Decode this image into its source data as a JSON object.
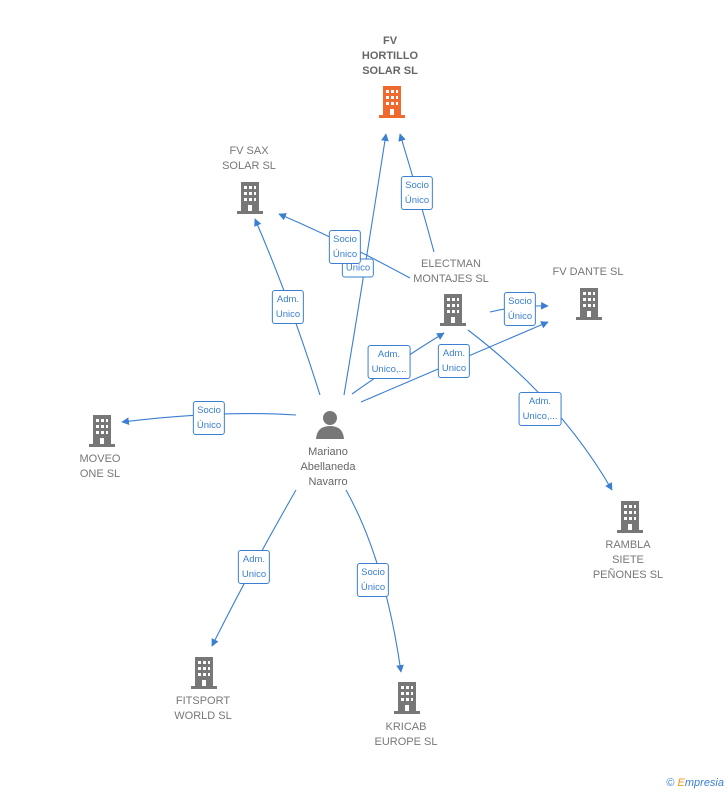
{
  "colors": {
    "edge": "#3a7fd1",
    "company": "#777777",
    "focus": "#f06a2f",
    "person": "#777777"
  },
  "person": {
    "name": "Mariano\nAbellaneda\nNavarro",
    "icon": "person-icon"
  },
  "companies": [
    {
      "id": "fv-hortillo",
      "name": "FV\nHORTILLO\nSOLAR  SL",
      "focus": true,
      "icon": "building-icon"
    },
    {
      "id": "fv-sax",
      "name": "FV SAX\nSOLAR  SL",
      "icon": "building-icon"
    },
    {
      "id": "electman",
      "name": "ELECTMAN\nMONTAJES SL",
      "icon": "building-icon"
    },
    {
      "id": "fv-dante",
      "name": "FV DANTE  SL",
      "icon": "building-icon"
    },
    {
      "id": "moveo",
      "name": "MOVEO\nONE  SL",
      "icon": "building-icon"
    },
    {
      "id": "rambla",
      "name": "RAMBLA\nSIETE\nPEÑONES SL",
      "icon": "building-icon"
    },
    {
      "id": "fitsport",
      "name": "FITSPORT\nWORLD  SL",
      "icon": "building-icon"
    },
    {
      "id": "kricab",
      "name": "KRICAB\nEUROPE  SL",
      "icon": "building-icon"
    }
  ],
  "edges": [
    {
      "id": "e1",
      "label": "Socio\nÚnico"
    },
    {
      "id": "e2",
      "label": "Socio\nÚnico"
    },
    {
      "id": "e3",
      "label": "Único"
    },
    {
      "id": "e4",
      "label": "Adm.\nUnico"
    },
    {
      "id": "e5",
      "label": "Socio\nÚnico"
    },
    {
      "id": "e6",
      "label": "Adm.\nUnico,..."
    },
    {
      "id": "e7",
      "label": "Adm.\nUnico"
    },
    {
      "id": "e8",
      "label": "Adm.\nUnico,..."
    },
    {
      "id": "e9",
      "label": "Socio\nÚnico"
    },
    {
      "id": "e10",
      "label": "Adm.\nUnico"
    },
    {
      "id": "e11",
      "label": "Socio\nÚnico"
    }
  ],
  "brand": {
    "copyright": "©",
    "name_initial": "E",
    "name_rest": "mpresia"
  }
}
